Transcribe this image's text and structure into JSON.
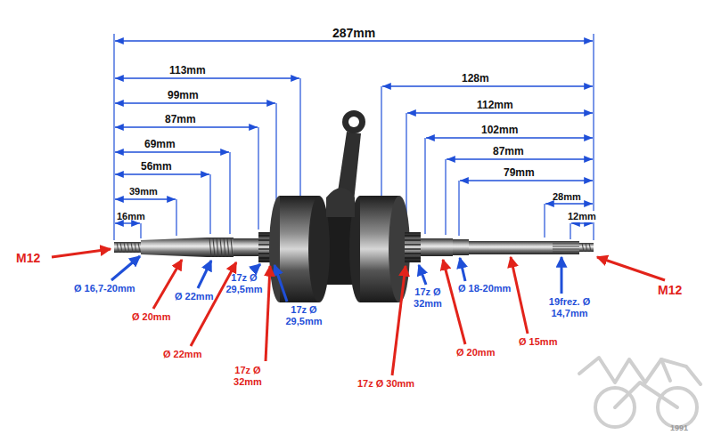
{
  "diagram": {
    "labels": [
      "287mm",
      "113mm",
      "99mm",
      "87mm",
      "69mm",
      "56mm",
      "39mm",
      "16mm",
      "128m",
      "112mm",
      "102mm",
      "87mm",
      "79mm",
      "28mm",
      "12mm",
      "M12",
      "Ø 16,7-20mm",
      "Ø 20mm",
      "Ø 22mm",
      "Ø 22mm",
      "17z Ø 29,5mm",
      "17z Ø 29,5mm",
      "17z Ø 32mm",
      "17z Ø 30mm",
      "17z Ø 32mm",
      "Ø 20mm",
      "Ø 18-20mm",
      "Ø 15mm",
      "19frez. Ø 14,7mm",
      "M12",
      "1991"
    ]
  }
}
